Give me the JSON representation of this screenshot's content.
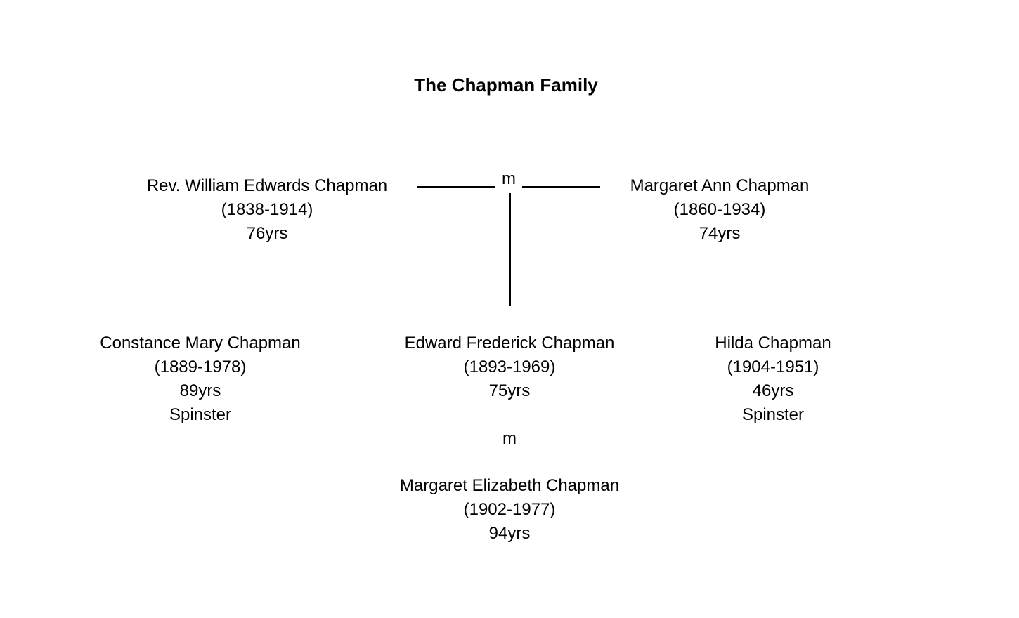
{
  "title": "The Chapman Family",
  "marriage_label": "m",
  "parents": {
    "father": {
      "name": "Rev. William Edwards Chapman",
      "dates": "(1838-1914)",
      "age": "76yrs"
    },
    "mother": {
      "name": "Margaret Ann Chapman",
      "dates": "(1860-1934)",
      "age": "74yrs"
    }
  },
  "children": [
    {
      "name": "Constance Mary Chapman",
      "dates": "(1889-1978)",
      "age": "89yrs",
      "status": "Spinster"
    },
    {
      "name": "Edward Frederick Chapman",
      "dates": "(1893-1969)",
      "age": "75yrs",
      "spouse_label": "m",
      "spouse": {
        "name": "Margaret Elizabeth Chapman",
        "dates": "(1902-1977)",
        "age": "94yrs"
      }
    },
    {
      "name": "Hilda Chapman",
      "dates": "(1904-1951)",
      "age": "46yrs",
      "status": "Spinster"
    }
  ]
}
